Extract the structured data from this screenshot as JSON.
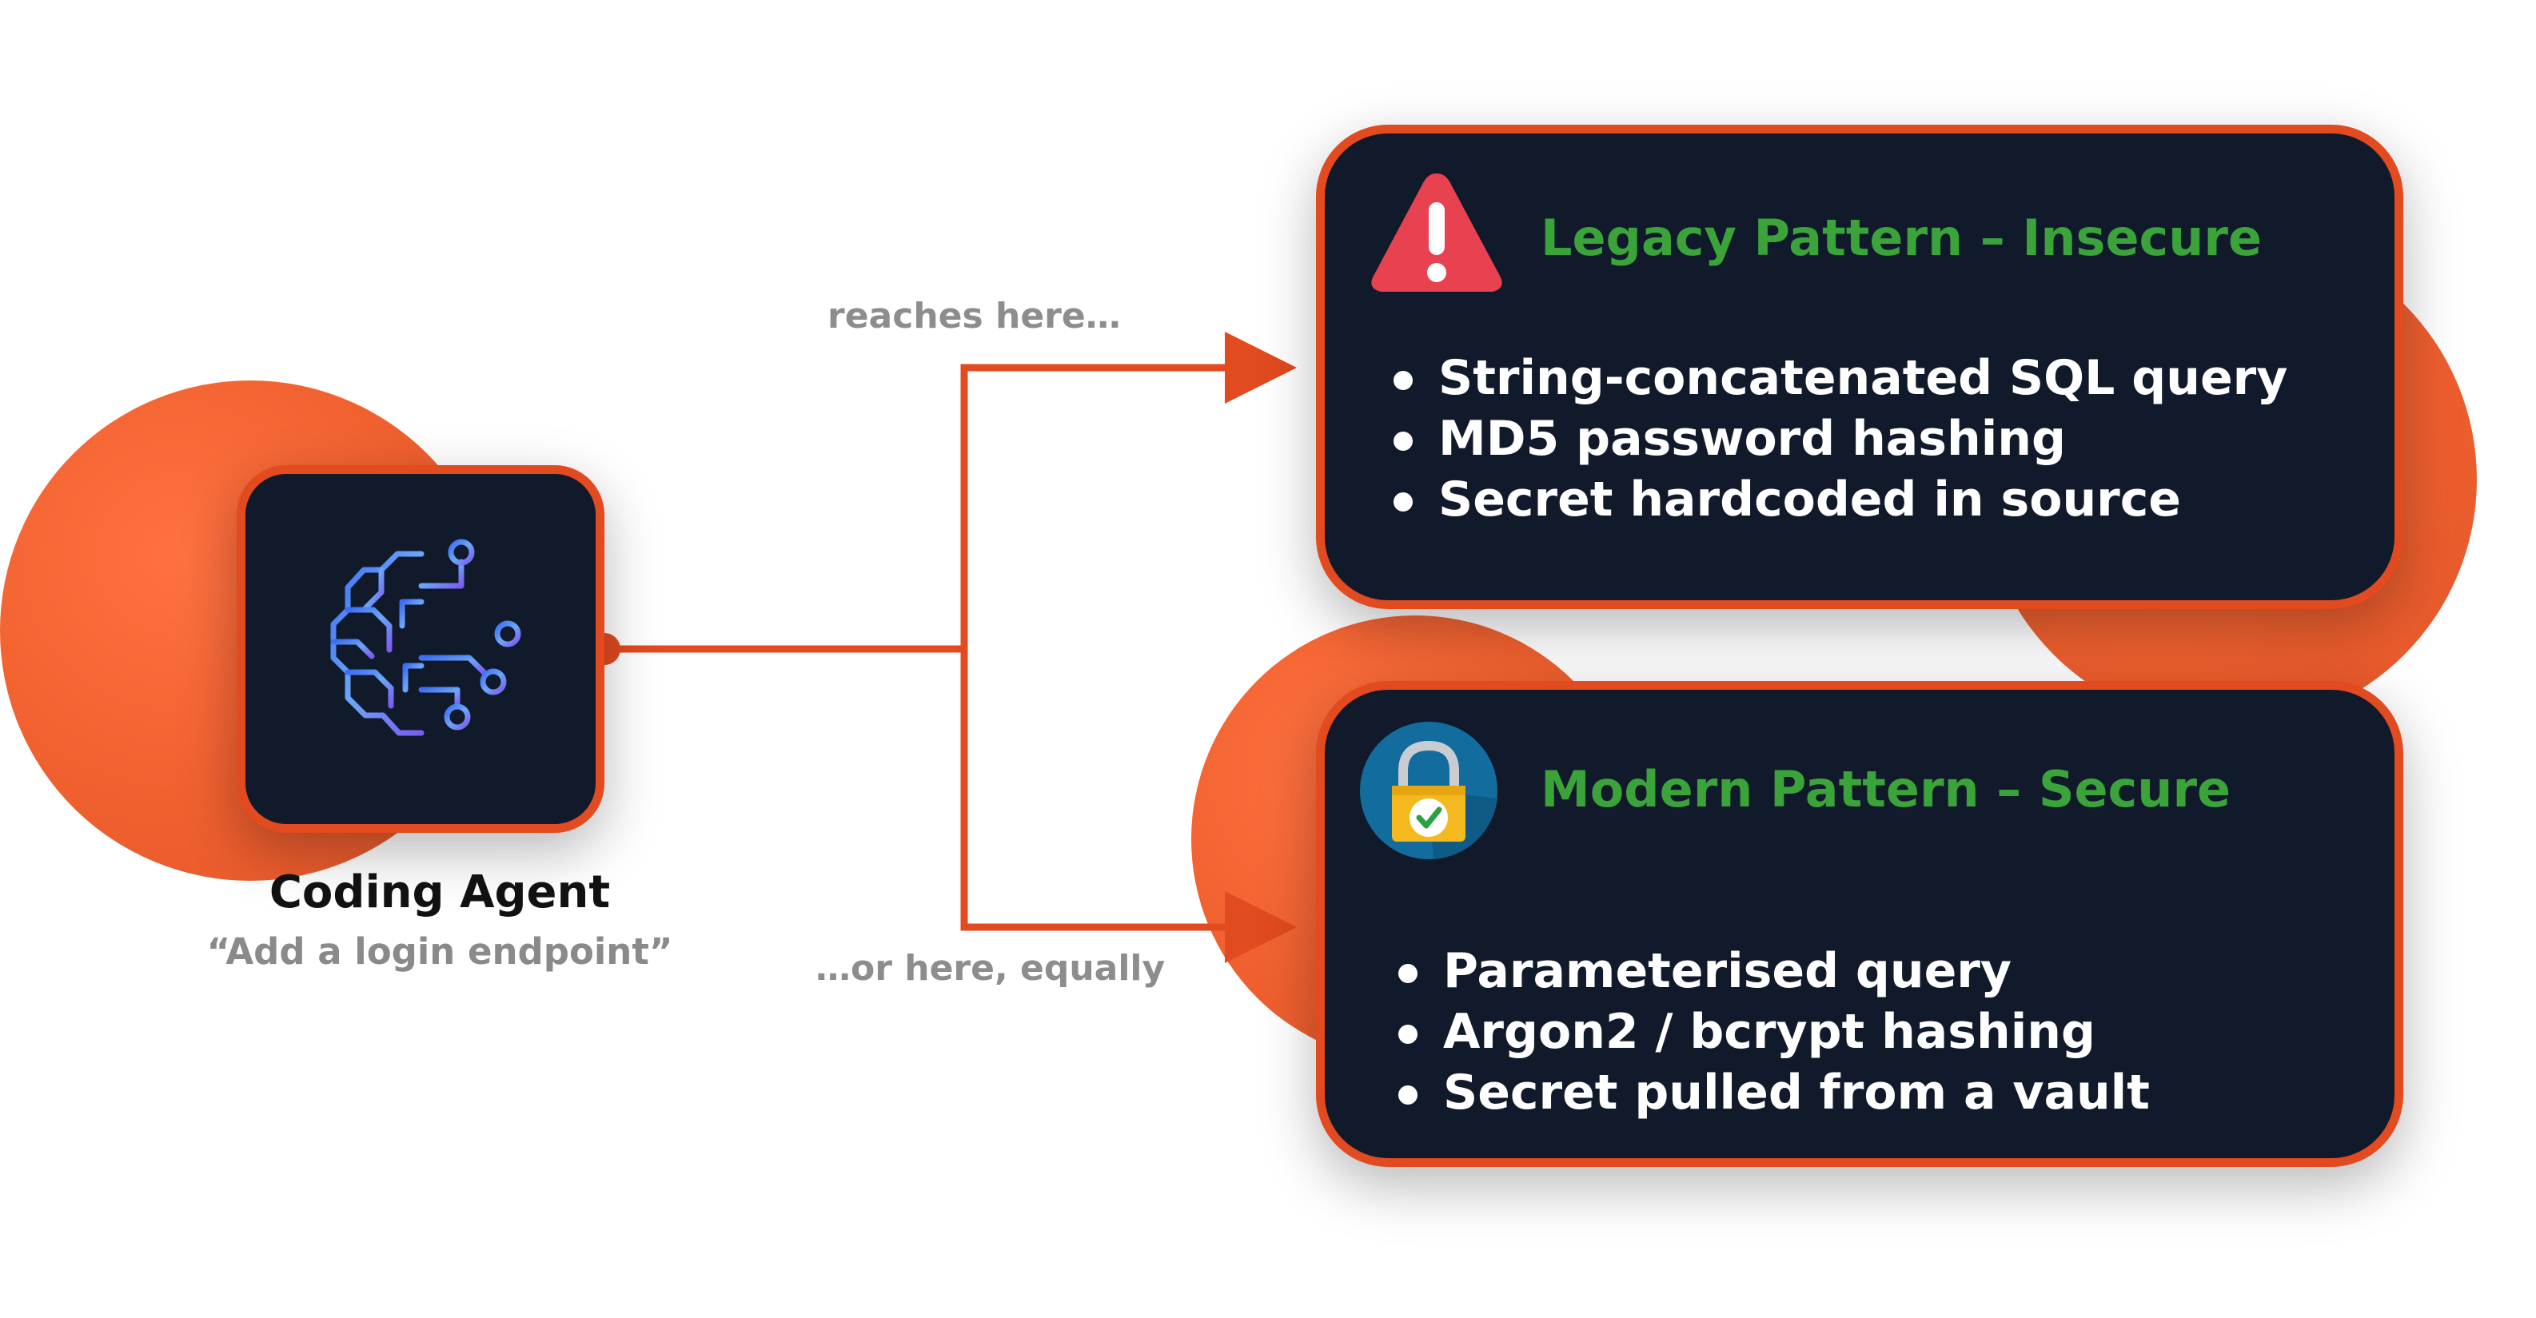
{
  "agent": {
    "title": "Coding Agent",
    "quote": "“Add a login endpoint”",
    "icon": "brain-circuit-icon"
  },
  "connectors": {
    "top_label": "reaches here…",
    "bottom_label": "…or here, equally"
  },
  "legacy": {
    "icon": "warning-icon",
    "title": "Legacy Pattern – Insecure",
    "items": [
      "String-concatenated SQL query",
      "MD5 password hashing",
      "Secret hardcoded in source"
    ]
  },
  "modern": {
    "icon": "padlock-check-icon",
    "title": "Modern Pattern – Secure",
    "items": [
      "Parameterised query",
      "Argon2 / bcrypt hashing",
      "Secret pulled from a vault"
    ]
  },
  "colors": {
    "accent": "#e24a1f",
    "blob": "#f0602f",
    "card_bg": "#111a2b",
    "title_green": "#3aa43a",
    "muted_text": "#8d8d8d"
  }
}
